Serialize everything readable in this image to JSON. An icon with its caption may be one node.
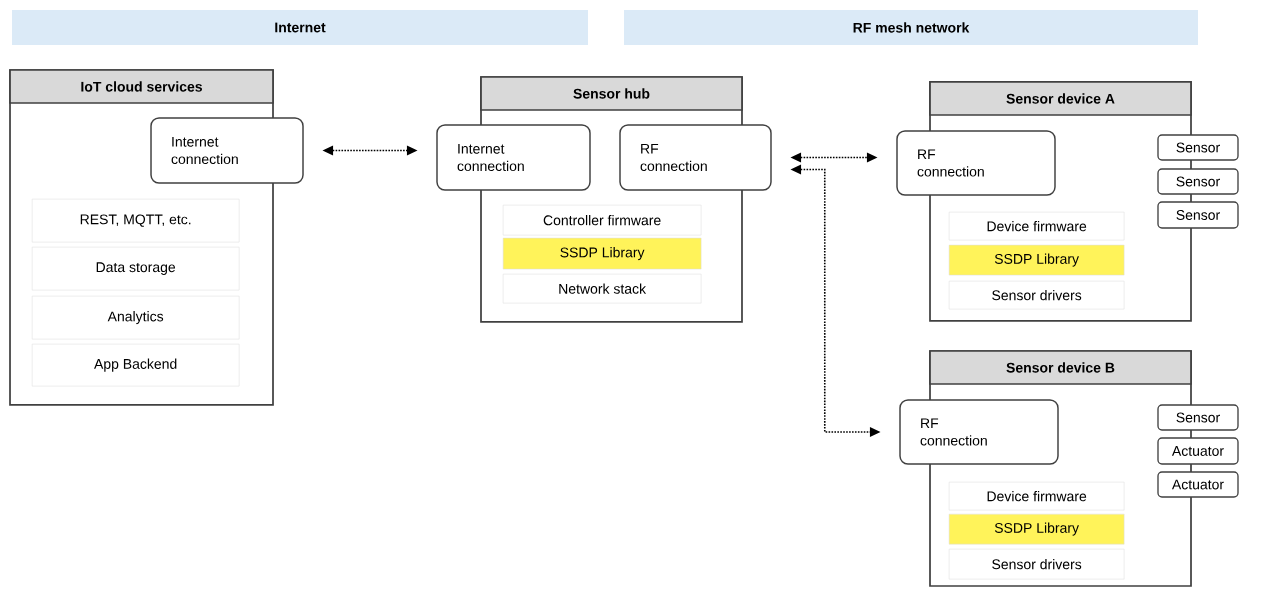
{
  "diagram": {
    "nodes": [
      {
        "text": [
          "Internet"
        ]
      },
      {
        "text": [
          "RF mesh network"
        ]
      },
      {
        "text": [
          "IoT cloud  services"
        ]
      },
      {
        "text": [
          "Internet connection"
        ]
      },
      {
        "text": [
          "REST, MQTT, etc."
        ],
        "in": 2
      },
      {
        "text": [
          "Data storage"
        ],
        "in": 2
      },
      {
        "text": [
          "Analytics"
        ],
        "in": 2
      },
      {
        "text": [
          "App Backend"
        ],
        "in": 2
      },
      {
        "text": [
          "Sensor hub"
        ]
      },
      {
        "text": [
          "Internet connection"
        ]
      },
      {
        "text": [
          "RF connection"
        ]
      },
      {
        "text": [
          "Controller firmware"
        ],
        "in": 8
      },
      {
        "text": [
          "SSDP Library"
        ],
        "in": 8
      },
      {
        "text": [
          "Network stack"
        ],
        "in": 8
      },
      {
        "text": [
          "Sensor device A"
        ]
      },
      {
        "text": [
          "RF connection"
        ]
      },
      {
        "text": [
          "Sensor"
        ]
      },
      {
        "text": [
          "Sensor"
        ]
      },
      {
        "text": [
          "Sensor"
        ]
      },
      {
        "text": [
          "Device firmware"
        ],
        "in": 14
      },
      {
        "text": [
          "SSDP Library"
        ],
        "in": 14
      },
      {
        "text": [
          "Sensor drivers"
        ],
        "in": 14
      },
      {
        "text": [
          "Sensor device B"
        ]
      },
      {
        "text": [
          "RF connection"
        ]
      },
      {
        "text": [
          "Sensor"
        ]
      },
      {
        "text": [
          "Actuator"
        ]
      },
      {
        "text": [
          "Actuator"
        ]
      },
      {
        "text": [
          "Device firmware"
        ],
        "in": 22
      },
      {
        "text": [
          "SSDP Library"
        ],
        "in": 22
      },
      {
        "text": [
          "Sensor drivers"
        ],
        "in": 22
      }
    ],
    "edges": [
      {
        "from": 3,
        "to": 9,
        "arrow": "both",
        "style": "dashed"
      },
      {
        "from": 10,
        "to": 15,
        "arrow": "both",
        "style": "dashed"
      },
      {
        "from": 10,
        "to": 23,
        "arrow": "both",
        "style": "dashed"
      }
    ]
  }
}
